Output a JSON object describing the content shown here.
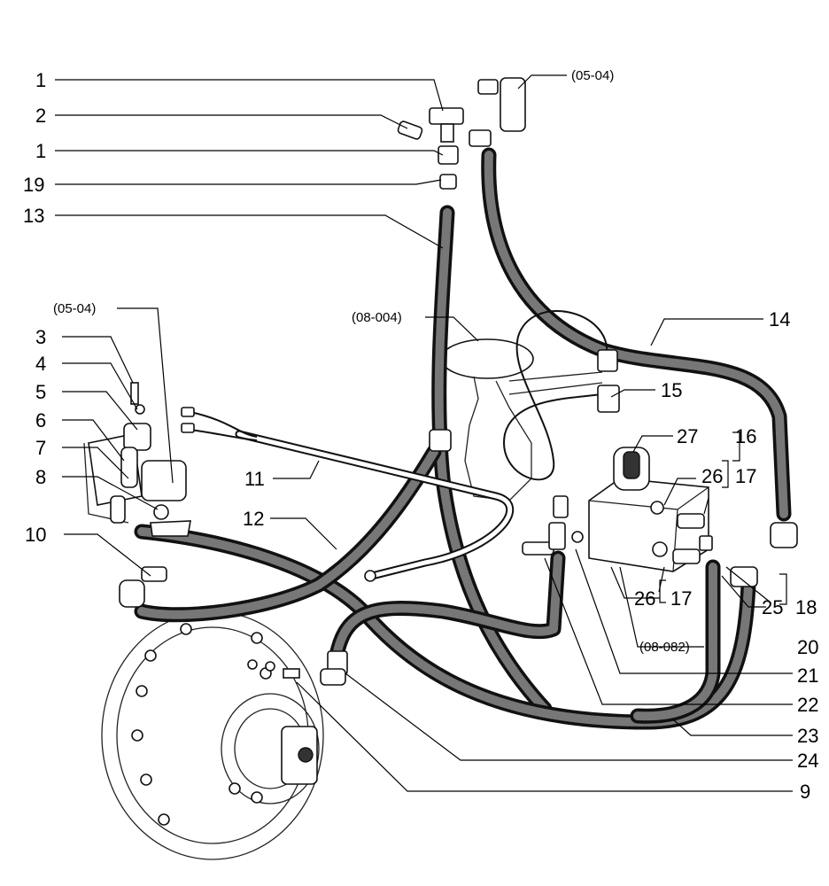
{
  "callouts_left": [
    {
      "label": "1"
    },
    {
      "label": "2"
    },
    {
      "label": "1"
    },
    {
      "label": "19"
    },
    {
      "label": "13"
    },
    {
      "label": "3"
    },
    {
      "label": "4"
    },
    {
      "label": "5"
    },
    {
      "label": "6"
    },
    {
      "label": "7"
    },
    {
      "label": "8"
    },
    {
      "label": "10"
    }
  ],
  "callouts_middle": [
    {
      "label": "11"
    },
    {
      "label": "12"
    },
    {
      "label": "15"
    }
  ],
  "callouts_right": [
    {
      "label": "14"
    },
    {
      "label": "27"
    },
    {
      "label": "16"
    },
    {
      "label": "26"
    },
    {
      "label": "17"
    },
    {
      "label": "26"
    },
    {
      "label": "17"
    },
    {
      "label": "25"
    },
    {
      "label": "18"
    },
    {
      "label": "20"
    },
    {
      "label": "21"
    },
    {
      "label": "22"
    },
    {
      "label": "23"
    },
    {
      "label": "24"
    },
    {
      "label": "9"
    }
  ],
  "references": [
    {
      "label": "(05-04)"
    },
    {
      "label": "(05-04)"
    },
    {
      "label": "(08-004)"
    },
    {
      "label": "(08-082)"
    }
  ]
}
